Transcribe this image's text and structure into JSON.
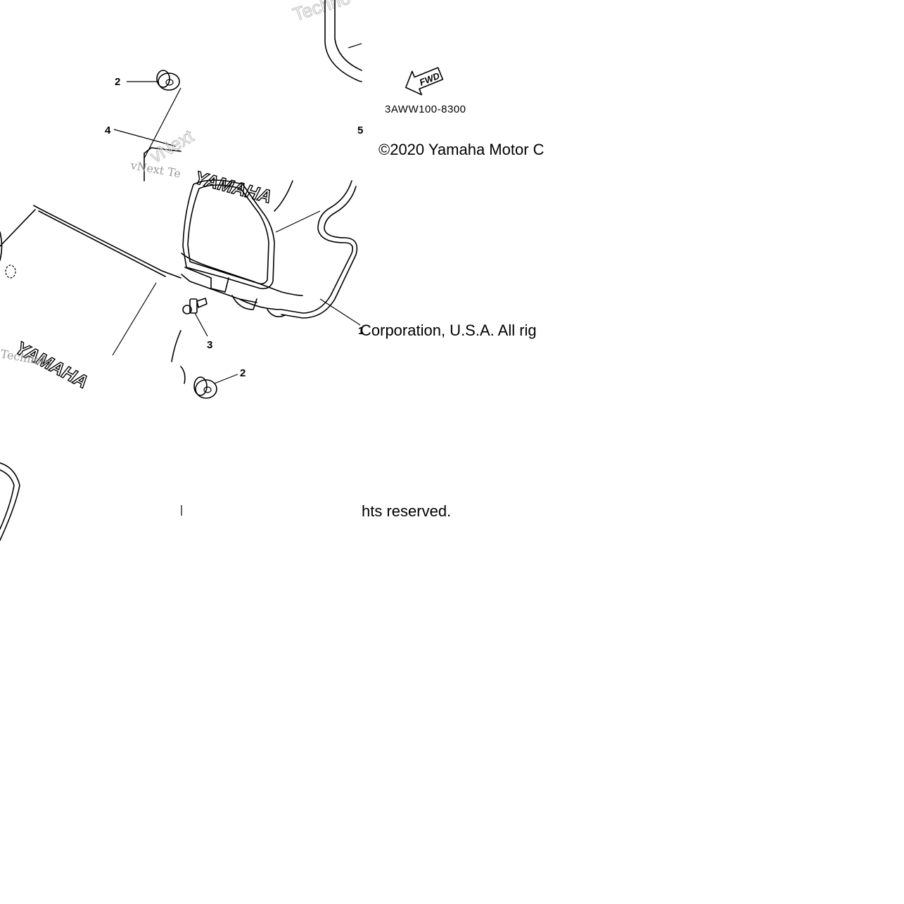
{
  "callouts": {
    "c1": "1",
    "c2_top": "2",
    "c2_bottom": "2",
    "c3": "3",
    "c4": "4",
    "c5": "5"
  },
  "part_code": "3AWW100-8300",
  "fwd_label": "FWD",
  "copyright": {
    "tile_row1": "©2020 Yamaha Motor C",
    "tile_row2": "Corporation, U.S.A. All rig",
    "tile_row3": "hts reserved."
  },
  "brand_marks": {
    "yamaha_tank": "YAMAHA",
    "yamaha_side": "YAMAHA"
  },
  "watermarks": {
    "w1": "Techno",
    "w2": "vNext Te",
    "w3": "vNext",
    "w4": "Technolo"
  }
}
